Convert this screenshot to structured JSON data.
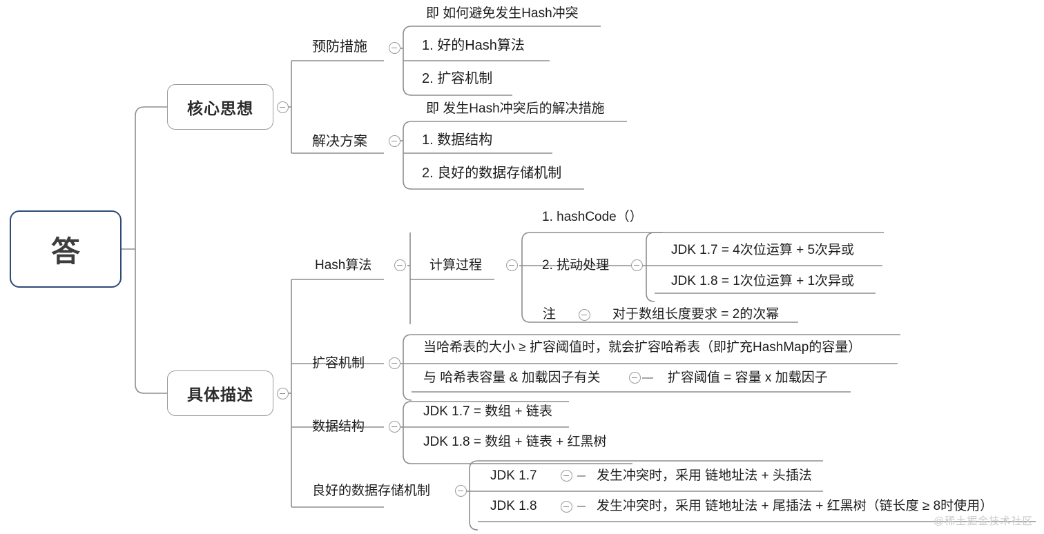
{
  "root": {
    "label": "答"
  },
  "branches": [
    {
      "id": "core-idea",
      "label": "核心思想",
      "children": [
        {
          "id": "prevention",
          "label": "预防措施",
          "note": "即 如何避免发生Hash冲突",
          "children": [
            {
              "label": "1. 好的Hash算法"
            },
            {
              "label": "2. 扩容机制"
            }
          ]
        },
        {
          "id": "solution",
          "label": "解决方案",
          "note": "即 发生Hash冲突后的解决措施",
          "children": [
            {
              "label": "1. 数据结构"
            },
            {
              "label": "2. 良好的数据存储机制"
            }
          ]
        }
      ]
    },
    {
      "id": "detail",
      "label": "具体描述",
      "children": [
        {
          "id": "hash-algorithm",
          "label": "Hash算法",
          "children": [
            {
              "id": "calc-process",
              "label": "计算过程",
              "children": [
                {
                  "label": "1. hashCode（）"
                },
                {
                  "id": "perturb",
                  "label": "2. 扰动处理",
                  "children": [
                    {
                      "label": "JDK 1.7 = 4次位运算 + 5次异或"
                    },
                    {
                      "label": "JDK 1.8 = 1次位运算 + 1次异或"
                    }
                  ]
                }
              ]
            },
            {
              "id": "note",
              "label": "注",
              "children": [
                {
                  "label": "对于数组长度要求 = 2的次幂"
                }
              ]
            }
          ]
        },
        {
          "id": "resize",
          "label": "扩容机制",
          "children": [
            {
              "label": "当哈希表的大小 ≥ 扩容阈值时，就会扩容哈希表（即扩充HashMap的容量）"
            },
            {
              "id": "resize-factor",
              "label": "与 哈希表容量 & 加载因子有关",
              "children": [
                {
                  "label": "扩容阈值 = 容量 x 加载因子"
                }
              ]
            }
          ]
        },
        {
          "id": "data-structure",
          "label": "数据结构",
          "children": [
            {
              "label": "JDK 1.7 = 数组 + 链表"
            },
            {
              "label": "JDK 1.8 =  数组 + 链表 + 红黑树"
            }
          ]
        },
        {
          "id": "storage",
          "label": "良好的数据存储机制",
          "children": [
            {
              "id": "storage-17",
              "label": "JDK 1.7",
              "children": [
                {
                  "label": "发生冲突时，采用 链地址法 + 头插法"
                }
              ]
            },
            {
              "id": "storage-18",
              "label": "JDK 1.8",
              "children": [
                {
                  "label": "发生冲突时，采用 链地址法 + 尾插法 + 红黑树（链长度 ≥ 8时使用）"
                }
              ]
            }
          ]
        }
      ]
    }
  ],
  "watermark": {
    "text": "@稀土掘金技术社区"
  },
  "colors": {
    "root_border": "#2e4a77",
    "node_border": "#9a9a9a",
    "wire": "#8d8d8d",
    "text": "#1d1d1d",
    "watermark": "#c9c9c9"
  }
}
